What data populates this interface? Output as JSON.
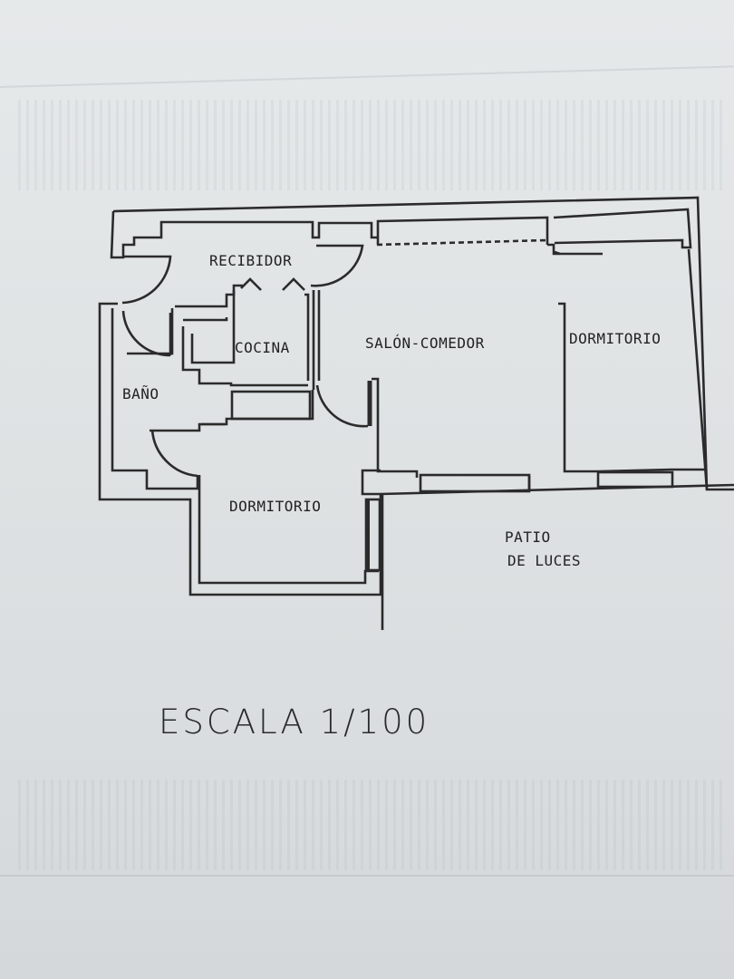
{
  "plan": {
    "rooms": [
      {
        "name": "RECIBIDOR"
      },
      {
        "name": "COCINA"
      },
      {
        "name": "BAÑO"
      },
      {
        "name": "SALÓN-COMEDOR"
      },
      {
        "name": "DORMITORIO"
      },
      {
        "name": "DORMITORIO"
      }
    ],
    "patio_line1": "PATIO",
    "patio_line2": "DE LUCES",
    "scale_label": "ESCALA 1/100",
    "line_color": "#2b2b2b",
    "paper_color": "#e2e6e7"
  }
}
